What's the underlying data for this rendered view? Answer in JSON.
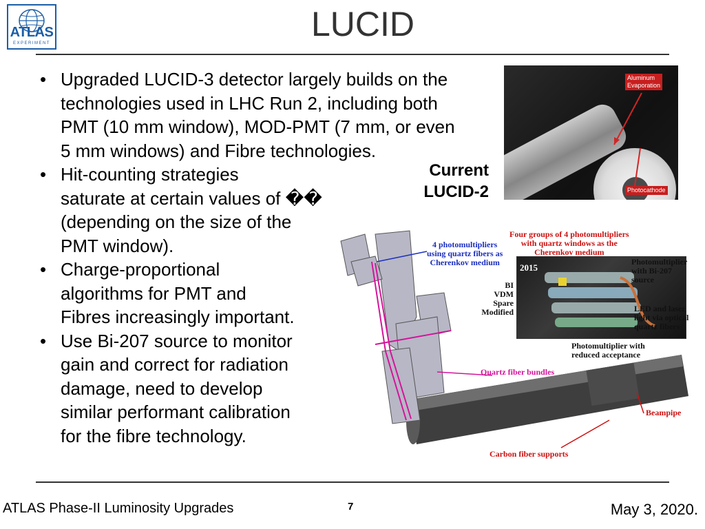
{
  "logo": {
    "text": "ATLAS",
    "subtext": "EXPERIMENT"
  },
  "title": "LUCID",
  "bullets": [
    {
      "lines": [
        "Upgraded LUCID-3 detector largely builds on the",
        "technologies used in LHC Run 2, including both",
        "PMT (10 mm window), MOD-PMT (7 mm, or even",
        "5 mm windows) and Fibre technologies."
      ]
    },
    {
      "lines": [
        "Hit-counting strategies",
        "saturate at certain values of ��",
        "(depending on the size of the",
        "PMT window)."
      ]
    },
    {
      "lines": [
        "Charge-proportional",
        "algorithms for PMT and",
        "Fibres increasingly important."
      ]
    },
    {
      "lines": [
        "Use Bi-207 source to monitor",
        "gain and correct for radiation",
        "damage, need to develop",
        "similar performant calibration",
        "for the fibre technology."
      ]
    }
  ],
  "current_label": [
    "Current",
    "LUCID-2"
  ],
  "pmt_photo": {
    "tag_top": [
      "Aluminum",
      "Evaporation"
    ],
    "tag_bottom": "Photocathode"
  },
  "detector_annotations": {
    "pmt_quartz": [
      "4 photomultipliers",
      "using quartz fibers as",
      "Cherenkov medium"
    ],
    "four_groups": [
      "Four groups of 4 photomultipliers",
      "with quartz windows as the",
      "Cherenkov medium"
    ],
    "year": "2015",
    "bi_list": [
      "BI",
      "VDM",
      "Spare",
      "Modified"
    ],
    "pm_bi207": [
      "Photomultiplier",
      "with Bi-207",
      "source"
    ],
    "led": [
      "LED and laser",
      "light via optical",
      "quartz fibers"
    ],
    "pm_reduced": [
      "Photomultiplier with",
      "reduced acceptance"
    ],
    "quartz_bundles": "Quartz fiber bundles",
    "beampipe": "Beampipe",
    "carbon": "Carbon fiber supports"
  },
  "footer": {
    "left": "ATLAS Phase-II Luminosity Upgrades",
    "page": "7",
    "date": "May 3, 2020."
  },
  "colors": {
    "atlas_blue": "#1b5ea7",
    "annotation_blue": "#1c2fbf",
    "annotation_pink": "#d4149a",
    "annotation_red": "#cc1111"
  }
}
